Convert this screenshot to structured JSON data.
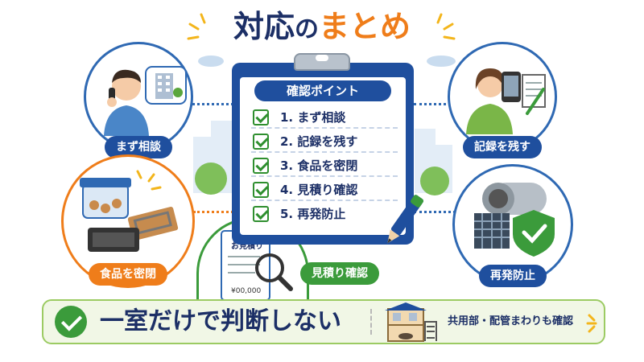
{
  "title": {
    "part1": "対応",
    "part2": "の",
    "part3": "まと",
    "part4": "め"
  },
  "checklist": {
    "heading": "確認ポイント",
    "items": [
      "1. まず相談",
      "2. 記録を残す",
      "3. 食品を密閉",
      "4. 見積り確認",
      "5. 再発防止"
    ]
  },
  "steps": {
    "consult": "まず相談",
    "record": "記録を残す",
    "seal_food": "食品を密閉",
    "estimate": "見積り確認",
    "prevent": "再発防止"
  },
  "estimate_doc": {
    "title": "お見積り",
    "amount": "¥00,000"
  },
  "banner": {
    "main": "一室だけで判断しない",
    "sub": "共用部・配管まわりも確認"
  },
  "colors": {
    "navy": "#1c2f66",
    "blue": "#1f4f9e",
    "orange": "#ef7d1a",
    "green": "#3b9b3b"
  }
}
